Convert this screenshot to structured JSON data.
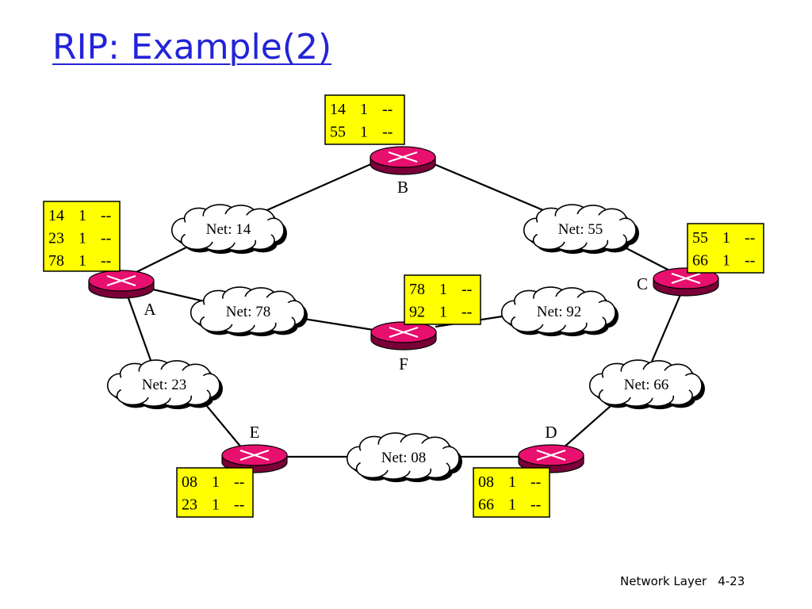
{
  "title": "RIP: Example(2)",
  "footer": {
    "label": "Network Layer",
    "page": "4-23"
  },
  "colors": {
    "title": "#2323d8",
    "router": "#e8106e",
    "router_dark": "#7a0038",
    "table": "#ffff00"
  },
  "routers": [
    {
      "id": "A",
      "label": "A",
      "table": [
        [
          "14",
          "1",
          "--"
        ],
        [
          "23",
          "1",
          "--"
        ],
        [
          "78",
          "1",
          "--"
        ]
      ]
    },
    {
      "id": "B",
      "label": "B",
      "table": [
        [
          "14",
          "1",
          "--"
        ],
        [
          "55",
          "1",
          "--"
        ]
      ]
    },
    {
      "id": "C",
      "label": "C",
      "table": [
        [
          "55",
          "1",
          "--"
        ],
        [
          "66",
          "1",
          "--"
        ]
      ]
    },
    {
      "id": "D",
      "label": "D",
      "table": [
        [
          "08",
          "1",
          "--"
        ],
        [
          "66",
          "1",
          "--"
        ]
      ]
    },
    {
      "id": "E",
      "label": "E",
      "table": [
        [
          "08",
          "1",
          "--"
        ],
        [
          "23",
          "1",
          "--"
        ]
      ]
    },
    {
      "id": "F",
      "label": "F",
      "table": [
        [
          "78",
          "1",
          "--"
        ],
        [
          "92",
          "1",
          "--"
        ]
      ]
    }
  ],
  "networks": [
    {
      "id": "14",
      "label": "Net: 14"
    },
    {
      "id": "55",
      "label": "Net: 55"
    },
    {
      "id": "78",
      "label": "Net: 78"
    },
    {
      "id": "92",
      "label": "Net: 92"
    },
    {
      "id": "23",
      "label": "Net: 23"
    },
    {
      "id": "66",
      "label": "Net: 66"
    },
    {
      "id": "08",
      "label": "Net: 08"
    }
  ]
}
